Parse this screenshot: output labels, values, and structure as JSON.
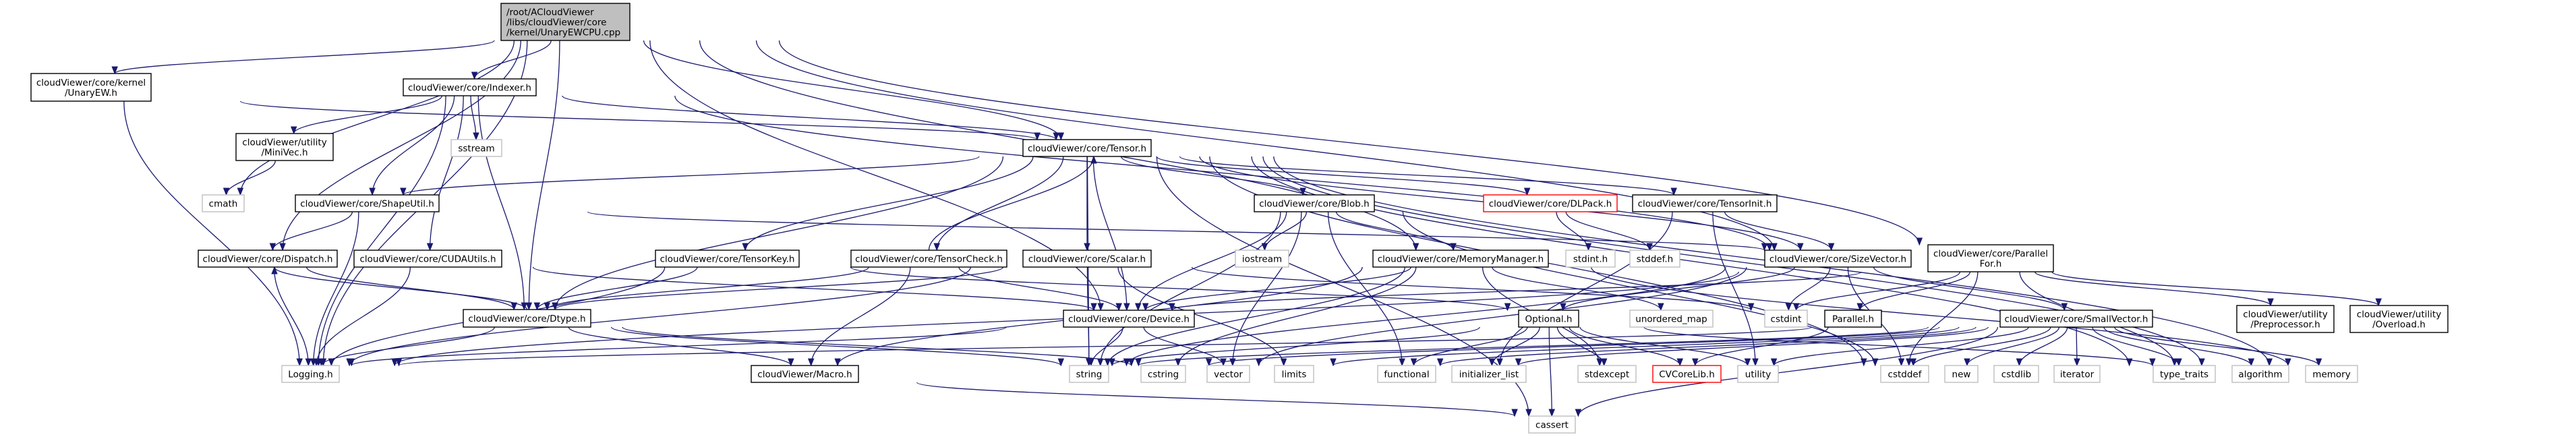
{
  "graph": {
    "title": "Include dependency graph for UnaryEWCPU.cpp",
    "colors": {
      "edge": "#191970",
      "node_border": "#000000",
      "leaf_border": "#bfbfbf",
      "missing_border": "#ff0000",
      "root_fill": "#bfbfbf"
    },
    "nodes": [
      {
        "id": "root",
        "kind": "root",
        "lines": [
          "/root/ACloudViewer",
          "/libs/cloudViewer/core",
          "/kernel/UnaryEWCPU.cpp"
        ]
      },
      {
        "id": "unaryew",
        "kind": "regular",
        "lines": [
          "cloudViewer/core/kernel",
          "/UnaryEW.h"
        ]
      },
      {
        "id": "indexer",
        "kind": "regular",
        "lines": [
          "cloudViewer/core/Indexer.h"
        ]
      },
      {
        "id": "minivec",
        "kind": "regular",
        "lines": [
          "cloudViewer/utility",
          "/MiniVec.h"
        ]
      },
      {
        "id": "sstream",
        "kind": "leaf",
        "lines": [
          "sstream"
        ]
      },
      {
        "id": "cmath",
        "kind": "leaf",
        "lines": [
          "cmath"
        ]
      },
      {
        "id": "tensor",
        "kind": "regular",
        "lines": [
          "cloudViewer/core/Tensor.h"
        ]
      },
      {
        "id": "shapeutil",
        "kind": "regular",
        "lines": [
          "cloudViewer/core/ShapeUtil.h"
        ]
      },
      {
        "id": "blob",
        "kind": "regular",
        "lines": [
          "cloudViewer/core/Blob.h"
        ]
      },
      {
        "id": "dlpack",
        "kind": "missing",
        "lines": [
          "cloudViewer/core/DLPack.h"
        ]
      },
      {
        "id": "tensorinit",
        "kind": "regular",
        "lines": [
          "cloudViewer/core/TensorInit.h"
        ]
      },
      {
        "id": "dispatch",
        "kind": "regular",
        "lines": [
          "cloudViewer/core/Dispatch.h"
        ]
      },
      {
        "id": "cudautils",
        "kind": "regular",
        "lines": [
          "cloudViewer/core/CUDAUtils.h"
        ]
      },
      {
        "id": "tensorkey",
        "kind": "regular",
        "lines": [
          "cloudViewer/core/TensorKey.h"
        ]
      },
      {
        "id": "tensorcheck",
        "kind": "regular",
        "lines": [
          "cloudViewer/core/TensorCheck.h"
        ]
      },
      {
        "id": "scalar",
        "kind": "regular",
        "lines": [
          "cloudViewer/core/Scalar.h"
        ]
      },
      {
        "id": "iostream",
        "kind": "leaf",
        "lines": [
          "iostream"
        ]
      },
      {
        "id": "memorymanager",
        "kind": "regular",
        "lines": [
          "cloudViewer/core/MemoryManager.h"
        ]
      },
      {
        "id": "stdint_h",
        "kind": "leaf",
        "lines": [
          "stdint.h"
        ]
      },
      {
        "id": "stddef_h",
        "kind": "leaf",
        "lines": [
          "stddef.h"
        ]
      },
      {
        "id": "sizevector",
        "kind": "regular",
        "lines": [
          "cloudViewer/core/SizeVector.h"
        ]
      },
      {
        "id": "parallelfor",
        "kind": "regular",
        "lines": [
          "cloudViewer/core/Parallel",
          "For.h"
        ]
      },
      {
        "id": "dtype",
        "kind": "regular",
        "lines": [
          "cloudViewer/core/Dtype.h"
        ]
      },
      {
        "id": "device",
        "kind": "regular",
        "lines": [
          "cloudViewer/core/Device.h"
        ]
      },
      {
        "id": "optional",
        "kind": "regular",
        "lines": [
          "Optional.h"
        ]
      },
      {
        "id": "unordered_map",
        "kind": "leaf",
        "lines": [
          "unordered_map"
        ]
      },
      {
        "id": "cstdint",
        "kind": "leaf",
        "lines": [
          "cstdint"
        ]
      },
      {
        "id": "parallel",
        "kind": "regular",
        "lines": [
          "Parallel.h"
        ]
      },
      {
        "id": "smallvector",
        "kind": "regular",
        "lines": [
          "cloudViewer/core/SmallVector.h"
        ]
      },
      {
        "id": "preprocessor",
        "kind": "regular",
        "lines": [
          "cloudViewer/utility",
          "/Preprocessor.h"
        ]
      },
      {
        "id": "overload",
        "kind": "regular",
        "lines": [
          "cloudViewer/utility",
          "/Overload.h"
        ]
      },
      {
        "id": "logging",
        "kind": "leaf",
        "lines": [
          "Logging.h"
        ]
      },
      {
        "id": "macro",
        "kind": "regular",
        "lines": [
          "cloudViewer/Macro.h"
        ]
      },
      {
        "id": "string",
        "kind": "leaf",
        "lines": [
          "string"
        ]
      },
      {
        "id": "cstring",
        "kind": "leaf",
        "lines": [
          "cstring"
        ]
      },
      {
        "id": "vector",
        "kind": "leaf",
        "lines": [
          "vector"
        ]
      },
      {
        "id": "limits",
        "kind": "leaf",
        "lines": [
          "limits"
        ]
      },
      {
        "id": "functional",
        "kind": "leaf",
        "lines": [
          "functional"
        ]
      },
      {
        "id": "initializer_list",
        "kind": "leaf",
        "lines": [
          "initializer_list"
        ]
      },
      {
        "id": "stdexcept",
        "kind": "leaf",
        "lines": [
          "stdexcept"
        ]
      },
      {
        "id": "cvcorelib",
        "kind": "missing",
        "lines": [
          "CVCoreLib.h"
        ]
      },
      {
        "id": "utility",
        "kind": "leaf",
        "lines": [
          "utility"
        ]
      },
      {
        "id": "cstddef",
        "kind": "leaf",
        "lines": [
          "cstddef"
        ]
      },
      {
        "id": "new",
        "kind": "leaf",
        "lines": [
          "new"
        ]
      },
      {
        "id": "cstdlib",
        "kind": "leaf",
        "lines": [
          "cstdlib"
        ]
      },
      {
        "id": "iterator",
        "kind": "leaf",
        "lines": [
          "iterator"
        ]
      },
      {
        "id": "type_traits",
        "kind": "leaf",
        "lines": [
          "type_traits"
        ]
      },
      {
        "id": "algorithm",
        "kind": "leaf",
        "lines": [
          "algorithm"
        ]
      },
      {
        "id": "memory",
        "kind": "leaf",
        "lines": [
          "memory"
        ]
      },
      {
        "id": "cassert",
        "kind": "leaf",
        "lines": [
          "cassert"
        ]
      }
    ],
    "edges": [
      [
        "root",
        "unaryew"
      ],
      [
        "root",
        "indexer"
      ],
      [
        "root",
        "tensor"
      ],
      [
        "root",
        "cmath"
      ],
      [
        "root",
        "dispatch"
      ],
      [
        "root",
        "dtype"
      ],
      [
        "root",
        "logging"
      ],
      [
        "root",
        "device"
      ],
      [
        "root",
        "memorymanager"
      ],
      [
        "root",
        "sizevector"
      ],
      [
        "root",
        "parallelfor"
      ],
      [
        "unaryew",
        "tensor"
      ],
      [
        "unaryew",
        "logging"
      ],
      [
        "indexer",
        "minivec"
      ],
      [
        "indexer",
        "sstream"
      ],
      [
        "indexer",
        "tensor"
      ],
      [
        "indexer",
        "shapeutil"
      ],
      [
        "indexer",
        "cudautils"
      ],
      [
        "indexer",
        "dtype"
      ],
      [
        "indexer",
        "logging"
      ],
      [
        "indexer",
        "sizevector"
      ],
      [
        "minivec",
        "cmath"
      ],
      [
        "tensor",
        "shapeutil"
      ],
      [
        "tensor",
        "blob"
      ],
      [
        "tensor",
        "dlpack"
      ],
      [
        "tensor",
        "tensorinit"
      ],
      [
        "tensor",
        "tensorkey"
      ],
      [
        "tensor",
        "tensorcheck"
      ],
      [
        "tensor",
        "scalar"
      ],
      [
        "tensor",
        "sizevector"
      ],
      [
        "tensor",
        "dtype"
      ],
      [
        "tensor",
        "device"
      ],
      [
        "tensor",
        "string"
      ],
      [
        "tensor",
        "cassert"
      ],
      [
        "tensor",
        "type_traits"
      ],
      [
        "tensor",
        "algorithm"
      ],
      [
        "tensor",
        "cstddef"
      ],
      [
        "tensor",
        "memory"
      ],
      [
        "shapeutil",
        "dispatch"
      ],
      [
        "shapeutil",
        "sizevector"
      ],
      [
        "shapeutil",
        "logging"
      ],
      [
        "blob",
        "iostream"
      ],
      [
        "blob",
        "memorymanager"
      ],
      [
        "blob",
        "device"
      ],
      [
        "blob",
        "string"
      ],
      [
        "blob",
        "functional"
      ],
      [
        "blob",
        "vector"
      ],
      [
        "blob",
        "cstddef"
      ],
      [
        "dlpack",
        "stdint_h"
      ],
      [
        "dlpack",
        "stddef_h"
      ],
      [
        "tensorinit",
        "sizevector"
      ],
      [
        "tensorinit",
        "initializer_list"
      ],
      [
        "tensorinit",
        "utility"
      ],
      [
        "dispatch",
        "dtype"
      ],
      [
        "dispatch",
        "logging"
      ],
      [
        "cudautils",
        "device"
      ],
      [
        "cudautils",
        "logging"
      ],
      [
        "tensorkey",
        "dtype"
      ],
      [
        "tensorkey",
        "logging"
      ],
      [
        "tensorkey",
        "optional"
      ],
      [
        "tensorcheck",
        "tensor"
      ],
      [
        "tensorcheck",
        "macro"
      ],
      [
        "tensorcheck",
        "device"
      ],
      [
        "tensorcheck",
        "dtype"
      ],
      [
        "scalar",
        "dtype"
      ],
      [
        "scalar",
        "logging"
      ],
      [
        "scalar",
        "string"
      ],
      [
        "scalar",
        "limits"
      ],
      [
        "scalar",
        "cstdint"
      ],
      [
        "memorymanager",
        "device"
      ],
      [
        "memorymanager",
        "string"
      ],
      [
        "memorymanager",
        "cstring"
      ],
      [
        "memorymanager",
        "unordered_map"
      ],
      [
        "memorymanager",
        "memory"
      ],
      [
        "memorymanager",
        "stdexcept"
      ],
      [
        "memorymanager",
        "macro"
      ],
      [
        "sizevector",
        "optional"
      ],
      [
        "sizevector",
        "smallvector"
      ],
      [
        "sizevector",
        "cstddef"
      ],
      [
        "sizevector",
        "string"
      ],
      [
        "sizevector",
        "vector"
      ],
      [
        "sizevector",
        "cstdint"
      ],
      [
        "parallelfor",
        "device"
      ],
      [
        "parallelfor",
        "parallel"
      ],
      [
        "parallelfor",
        "preprocessor"
      ],
      [
        "parallelfor",
        "overload"
      ],
      [
        "parallelfor",
        "cstdint"
      ],
      [
        "parallelfor",
        "type_traits"
      ],
      [
        "parallelfor",
        "logging"
      ],
      [
        "parallelfor",
        "cstddef"
      ],
      [
        "dtype",
        "dispatch"
      ],
      [
        "dtype",
        "macro"
      ],
      [
        "dtype",
        "logging"
      ],
      [
        "dtype",
        "string"
      ],
      [
        "dtype",
        "cstring"
      ],
      [
        "device",
        "string"
      ],
      [
        "device",
        "vector"
      ],
      [
        "device",
        "logging"
      ],
      [
        "optional",
        "functional"
      ],
      [
        "optional",
        "initializer_list"
      ],
      [
        "optional",
        "stdexcept"
      ],
      [
        "optional",
        "cassert"
      ],
      [
        "optional",
        "utility"
      ],
      [
        "optional",
        "type_traits"
      ],
      [
        "optional",
        "cvcorelib"
      ],
      [
        "optional",
        "string"
      ],
      [
        "parallel",
        "cvcorelib"
      ],
      [
        "smallvector",
        "cstddef"
      ],
      [
        "smallvector",
        "new"
      ],
      [
        "smallvector",
        "cstdlib"
      ],
      [
        "smallvector",
        "iterator"
      ],
      [
        "smallvector",
        "type_traits"
      ],
      [
        "smallvector",
        "algorithm"
      ],
      [
        "smallvector",
        "memory"
      ],
      [
        "smallvector",
        "cassert"
      ],
      [
        "smallvector",
        "utility"
      ],
      [
        "smallvector",
        "limits"
      ],
      [
        "smallvector",
        "functional"
      ],
      [
        "smallvector",
        "initializer_list"
      ],
      [
        "smallvector",
        "string"
      ],
      [
        "smallvector",
        "cstring"
      ],
      [
        "smallvector",
        "logging"
      ],
      [
        "macro",
        "cassert"
      ]
    ]
  }
}
